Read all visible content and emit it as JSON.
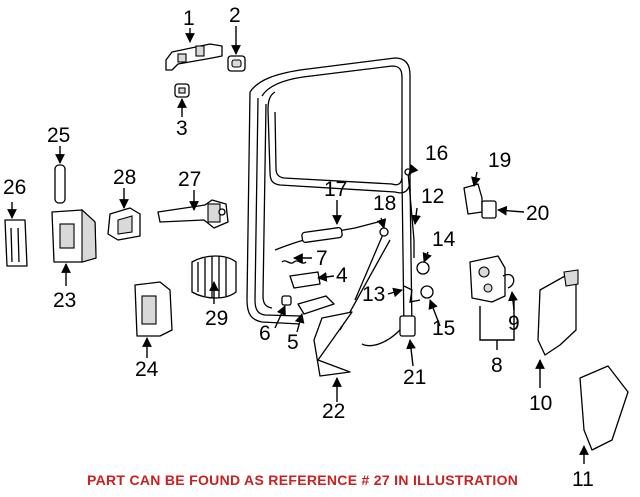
{
  "callouts": [
    "1",
    "2",
    "3",
    "4",
    "5",
    "6",
    "7",
    "8",
    "9",
    "10",
    "11",
    "12",
    "13",
    "14",
    "15",
    "16",
    "17",
    "18",
    "19",
    "20",
    "21",
    "22",
    "23",
    "24",
    "25",
    "26",
    "27",
    "28",
    "29"
  ],
  "footer_note": "PART CAN BE FOUND AS REFERENCE # 27 IN ILLUSTRATION",
  "colors": {
    "footer": "#cc1f1f",
    "lines": "#000000"
  }
}
